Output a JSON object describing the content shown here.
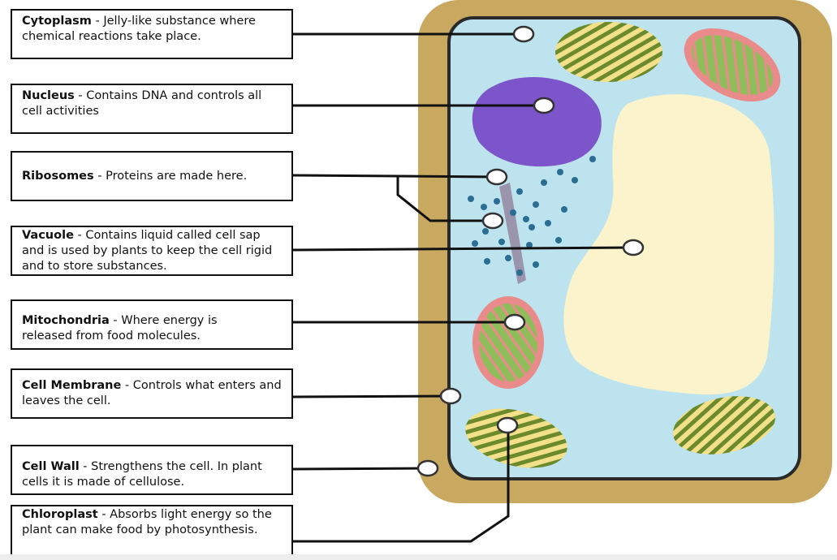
{
  "labels": [
    {
      "id": "cytoplasm",
      "term": "Cytoplasm",
      "desc": " - Jelly-like substance where chemical reactions take place."
    },
    {
      "id": "nucleus",
      "term": "Nucleus",
      "desc": " - Contains DNA and controls all cell activities"
    },
    {
      "id": "ribosomes",
      "term": "Ribosomes",
      "desc": " - Proteins are made here."
    },
    {
      "id": "vacuole",
      "term": "Vacuole",
      "desc": " - Contains liquid called cell sap and is used by plants to keep the cell rigid and to store substances."
    },
    {
      "id": "mitochondria",
      "term": "Mitochondria",
      "desc": " - Where energy is released from food molecules."
    },
    {
      "id": "cell-membrane",
      "term": "Cell Membrane",
      "desc": " - Controls what enters and leaves the cell."
    },
    {
      "id": "cell-wall",
      "term": "Cell Wall",
      "desc": " - Strengthens the cell. In plant cells it is made of cellulose."
    },
    {
      "id": "chloroplast",
      "term": "Chloroplast",
      "desc": " - Absorbs light energy so the plant can make food by photosynthesis."
    }
  ],
  "colors": {
    "cell_wall": "#c9a860",
    "membrane": "#2a2a2a",
    "cytoplasm": "#bde3ef",
    "vacuole": "#fbf3cc",
    "nucleus": "#7b55c9",
    "ribosome": "#2c6d93",
    "mito_outer": "#e98b8a",
    "mito_inner": "#8fbd5a",
    "chloro_outer": "#f2e08a",
    "chloro_stripe": "#6b8a2c"
  }
}
